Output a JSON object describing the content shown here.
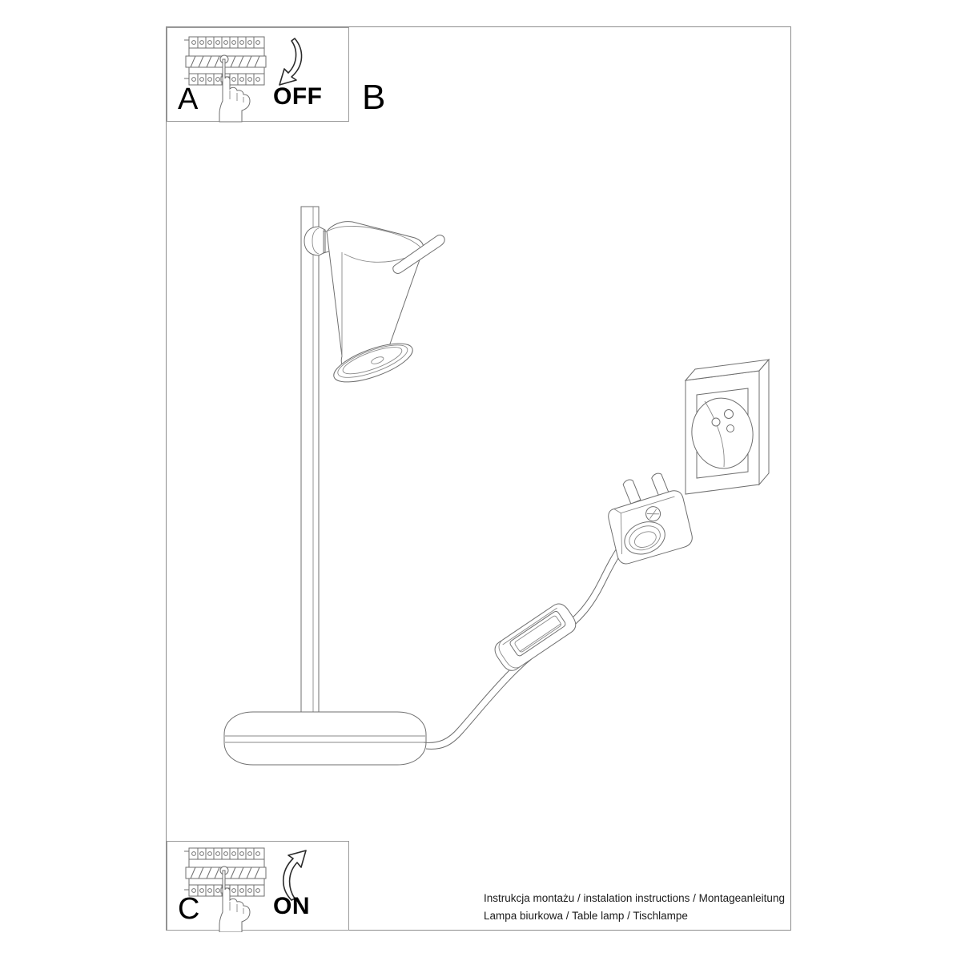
{
  "document": {
    "type": "assembly-instruction-sheet",
    "product": "Table lamp",
    "caption_line1": "Instrukcja montażu / instalation instructions / Montageanleitung",
    "caption_line2": "Lampa biurkowa / Table lamp / Tischlampe"
  },
  "steps": [
    {
      "id": "A",
      "letter": "A",
      "state_label": "OFF",
      "action": "Switch the circuit breaker off before installation",
      "icon_breaker": "circuit-breaker-panel-icon",
      "icon_hand": "pointing-hand-icon",
      "icon_arrow": "curved-arrow-down-icon"
    },
    {
      "id": "B",
      "letter": "B",
      "state_label": "",
      "action": "Assemble the table lamp and plug it into the wall socket"
    },
    {
      "id": "C",
      "letter": "C",
      "state_label": "ON",
      "action": "Switch the circuit breaker back on",
      "icon_breaker": "circuit-breaker-panel-icon",
      "icon_hand": "pointing-hand-icon",
      "icon_arrow": "curved-arrow-up-icon"
    }
  ],
  "assembly_parts": {
    "lamp_head": "lamp-head-spotlight",
    "lamp_head_lever": "lamp-head-adjust-lever",
    "lamp_pole": "lamp-pole",
    "lamp_base": "lamp-base",
    "cord": "power-cord",
    "inline_switch": "inline-cord-switch",
    "plug": "europlug-two-pin",
    "wall_socket": "wall-socket-schuko"
  },
  "colors": {
    "line": "#6f6f6f",
    "line_dark": "#3a3a3a",
    "text": "#000000",
    "border": "#8d8d8d",
    "background": "#ffffff"
  }
}
